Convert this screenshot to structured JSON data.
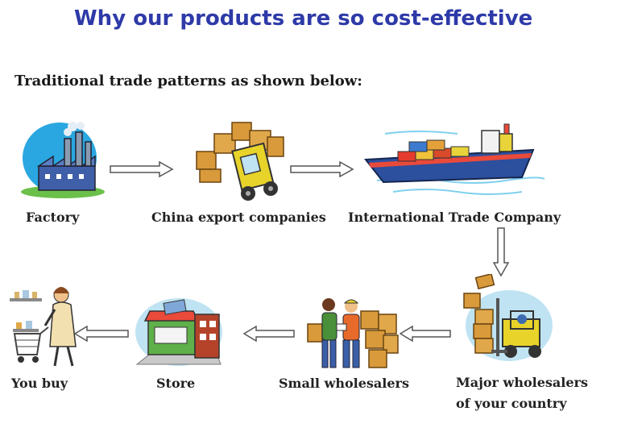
{
  "title": "Why our products are so cost-effective",
  "subtitle": "Traditional trade patterns as shown below:",
  "steps": {
    "factory": "Factory",
    "china_export": "China export companies",
    "international": "International Trade Company",
    "major_line1": "Major wholesalers",
    "major_line2": "of your country",
    "small": "Small wholesalers",
    "store": "Store",
    "you_buy": "You buy"
  },
  "colors": {
    "title": "#2e3aa8",
    "sky": "#2aa7e0",
    "box": "#d89a3a",
    "ship_hull": "#2c4f9e",
    "arrow": "#555555"
  },
  "icons": [
    "factory-icon",
    "forklift-cargo-icon",
    "cargo-ship-icon",
    "warehouse-forklift-icon",
    "wholesalers-icon",
    "store-icon",
    "shopper-icon"
  ]
}
